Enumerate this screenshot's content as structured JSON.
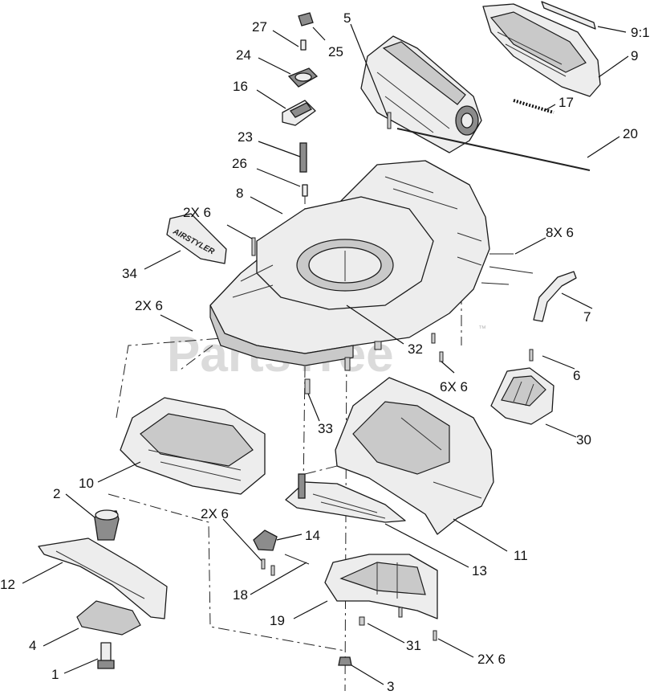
{
  "watermark": {
    "text": "PartsTree",
    "trademark": "™"
  },
  "decal_text": "AIRSTYLER",
  "callouts": [
    {
      "id": "c27",
      "label": "27"
    },
    {
      "id": "c25",
      "label": "25"
    },
    {
      "id": "c5",
      "label": "5"
    },
    {
      "id": "c91",
      "label": "9:1"
    },
    {
      "id": "c9",
      "label": "9"
    },
    {
      "id": "c24",
      "label": "24"
    },
    {
      "id": "c16",
      "label": "16"
    },
    {
      "id": "c17",
      "label": "17"
    },
    {
      "id": "c23",
      "label": "23"
    },
    {
      "id": "c20",
      "label": "20"
    },
    {
      "id": "c26",
      "label": "26"
    },
    {
      "id": "c8",
      "label": "8"
    },
    {
      "id": "c2x6a",
      "label": "2X 6"
    },
    {
      "id": "c8x6",
      "label": "8X 6"
    },
    {
      "id": "c34",
      "label": "34"
    },
    {
      "id": "c2x6b",
      "label": "2X 6"
    },
    {
      "id": "c7",
      "label": "7"
    },
    {
      "id": "c32",
      "label": "32"
    },
    {
      "id": "c6",
      "label": "6"
    },
    {
      "id": "c6x6",
      "label": "6X 6"
    },
    {
      "id": "c33",
      "label": "33"
    },
    {
      "id": "c30",
      "label": "30"
    },
    {
      "id": "c10",
      "label": "10"
    },
    {
      "id": "c2",
      "label": "2"
    },
    {
      "id": "c2x6c",
      "label": "2X 6"
    },
    {
      "id": "c14",
      "label": "14"
    },
    {
      "id": "c11",
      "label": "11"
    },
    {
      "id": "c12",
      "label": "12"
    },
    {
      "id": "c13",
      "label": "13"
    },
    {
      "id": "c18",
      "label": "18"
    },
    {
      "id": "c19",
      "label": "19"
    },
    {
      "id": "c4",
      "label": "4"
    },
    {
      "id": "c31",
      "label": "31"
    },
    {
      "id": "c2x6d",
      "label": "2X 6"
    },
    {
      "id": "c1",
      "label": "1"
    },
    {
      "id": "c3",
      "label": "3"
    }
  ]
}
